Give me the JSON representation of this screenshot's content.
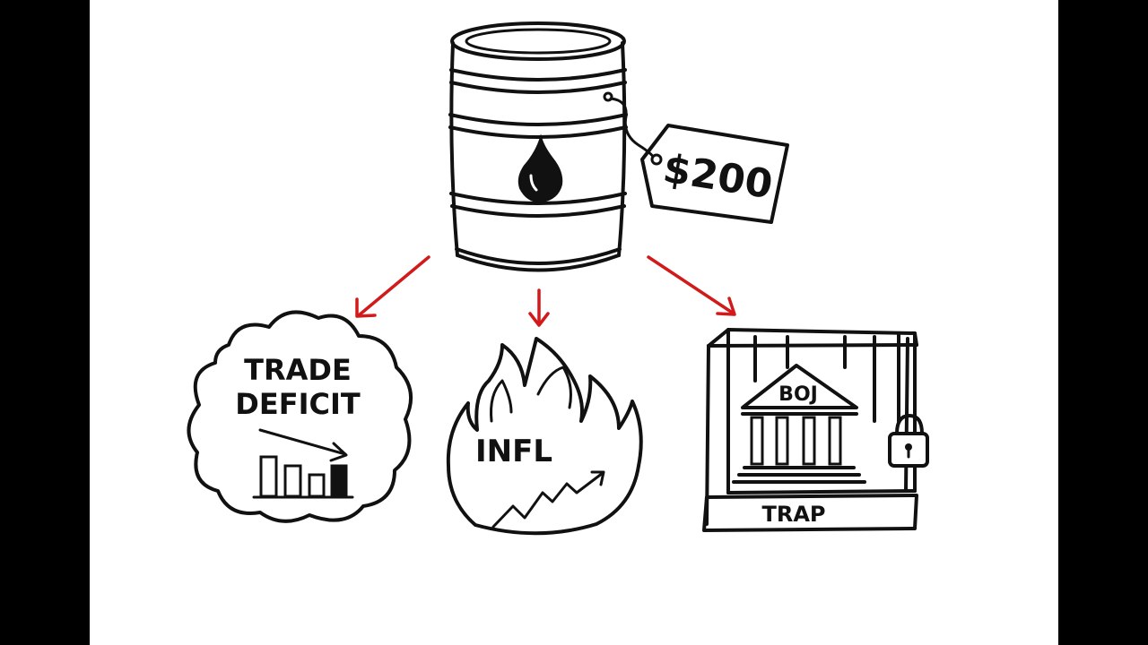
{
  "colors": {
    "ink": "#111111",
    "arrow": "#d21a1a",
    "background": "#ffffff",
    "letterbox": "#000000"
  },
  "barrel": {
    "icon": "oil-barrel-icon",
    "price_tag": "$200"
  },
  "outcomes": {
    "trade_deficit": {
      "line1": "TRADE",
      "line2": "DEFICIT",
      "icon": "bar-chart-down-icon"
    },
    "inflation": {
      "label": "INFL",
      "icon": "flame-icon"
    },
    "trap": {
      "bank": "BOJ",
      "label": "TRAP",
      "icon": "cage-lock-icon"
    }
  }
}
